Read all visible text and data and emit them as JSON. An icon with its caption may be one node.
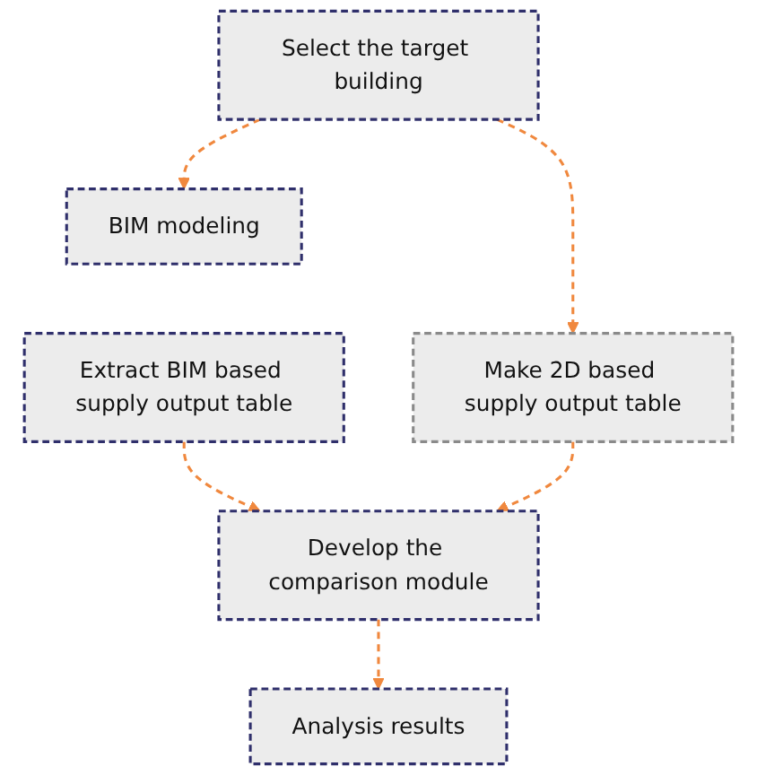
{
  "diagram": {
    "nodes": [
      {
        "text": [
          "Select the target building"
        ]
      },
      {
        "text": [
          "BIM modeling"
        ]
      },
      {
        "text": [
          "Extract BIM based supply output table"
        ]
      },
      {
        "text": [
          "Make 2D based supply output table"
        ]
      },
      {
        "text": [
          "Develop the comparison module"
        ]
      },
      {
        "text": [
          "Analysis results"
        ]
      }
    ],
    "edges": [
      {
        "from": 0,
        "to": 1,
        "arrow": "to",
        "style": "dashed",
        "color": "#f0883e"
      },
      {
        "from": 0,
        "to": 3,
        "arrow": "to",
        "style": "dashed",
        "color": "#f0883e"
      },
      {
        "from": 2,
        "to": 4,
        "arrow": "to",
        "style": "dashed",
        "color": "#f0883e"
      },
      {
        "from": 3,
        "to": 4,
        "arrow": "to",
        "style": "dashed",
        "color": "#f0883e"
      },
      {
        "from": 4,
        "to": 5,
        "arrow": "to",
        "style": "dashed",
        "color": "#f0883e"
      }
    ]
  }
}
